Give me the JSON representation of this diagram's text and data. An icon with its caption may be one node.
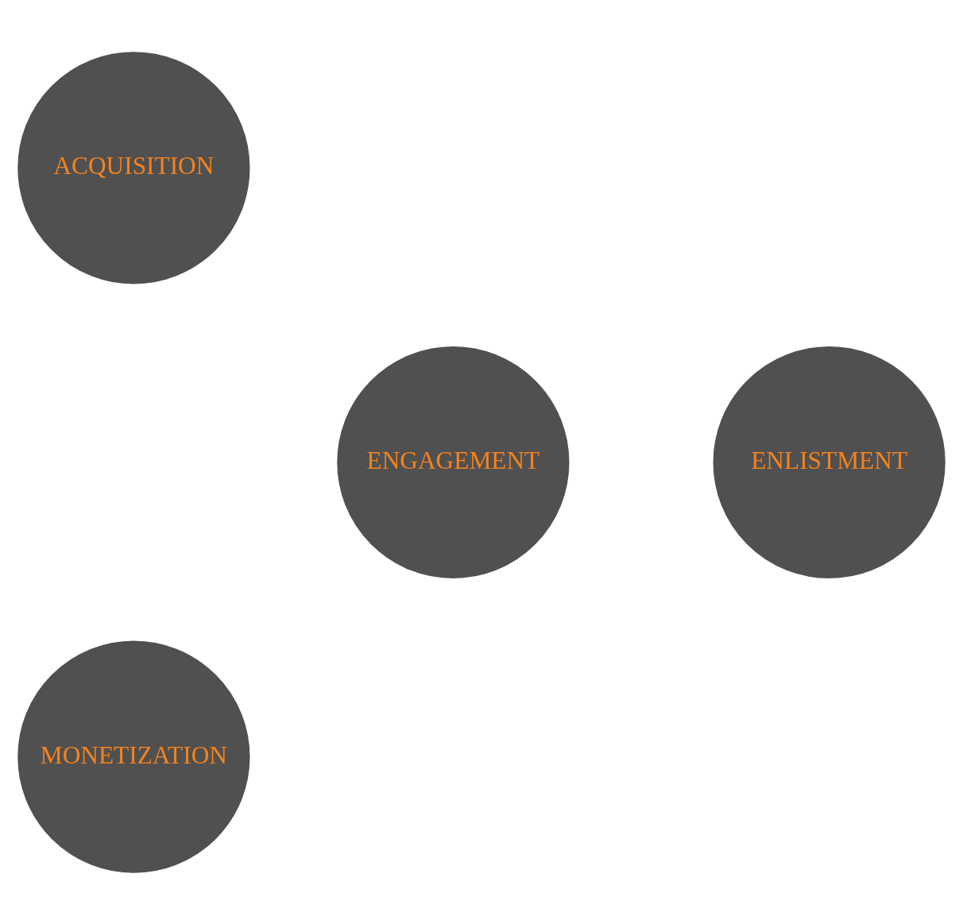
{
  "diagram": {
    "nodes": [
      {
        "text": [
          "ACQUISITION"
        ]
      },
      {
        "text": [
          "ENGAGEMENT"
        ]
      },
      {
        "text": [
          "ENLISTMENT"
        ]
      },
      {
        "text": [
          "MONETIZATION"
        ]
      }
    ],
    "edges": []
  }
}
